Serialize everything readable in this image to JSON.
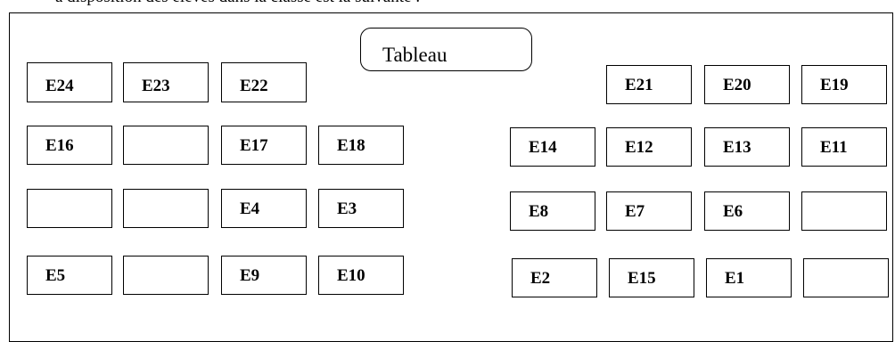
{
  "caption": "a disposition des élèves dans la classe est la suivante :",
  "board_label": "Tableau",
  "desks": {
    "row1_left": [
      "E24",
      "E23",
      "E22"
    ],
    "row1_right": [
      "E21",
      "E20",
      "E19"
    ],
    "row2_left": [
      "E16",
      "",
      "E17",
      "E18"
    ],
    "row2_right": [
      "E14",
      "E12",
      "E13",
      "E11"
    ],
    "row3_left": [
      "",
      "",
      "E4",
      "E3"
    ],
    "row3_right": [
      "E8",
      "E7",
      "E6",
      ""
    ],
    "row4_left": [
      "E5",
      "",
      "E9",
      "E10"
    ],
    "row4_right": [
      "E2",
      "E15",
      "E1",
      ""
    ]
  }
}
